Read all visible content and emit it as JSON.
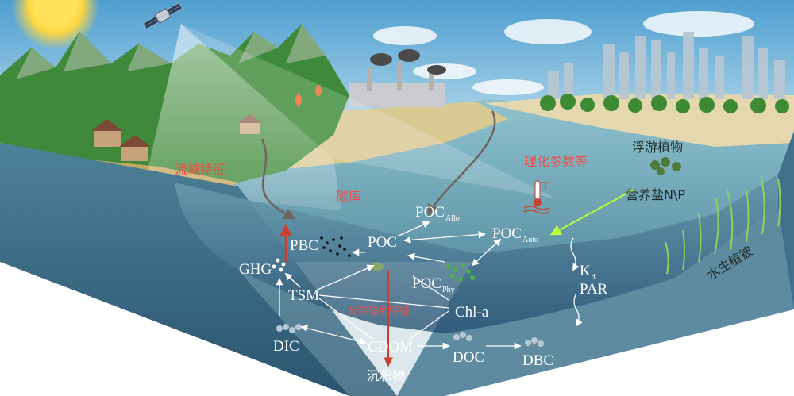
{
  "colors": {
    "sky_top": "#5aa6d4",
    "sky_bottom": "#c2e2f1",
    "water_surface": "#7fb6c7",
    "water_deep": "#3d6a8a",
    "land_side": "#3e6f86",
    "sediment": "#9fbfc8",
    "label_red": "#e8524a",
    "label_white": "#ffffff",
    "label_dark": "#1e2a2a",
    "auto_arrow": "#b8ff3a",
    "loading_arrow": "#7a6f6a",
    "pbc_arrow": "#d24a3a"
  },
  "labels": {
    "watershed": "流域特征",
    "carbon_pool": "碳库",
    "phys_chem": "理化参数等",
    "phytoplankton": "浮游植物",
    "nutrients": "营养盐N\\P",
    "aquatic_veg": "水生植被",
    "optical": "光学辐射特征",
    "sediment": "沉积物",
    "temp_symbol": "T",
    "poc_allo_main": "POC",
    "poc_allo_sub": "Allo",
    "poc_auto_main": "POC",
    "poc_auto_sub": "Auto",
    "poc": "POC",
    "poc_phy_main": "POC",
    "poc_phy_sub": "Phy",
    "pbc": "PBC",
    "ghg": "GHG",
    "tsm": "TSM",
    "chla": "Chl-a",
    "dic": "DIC",
    "cdom": "CDOM",
    "doc": "DOC",
    "dbc": "DBC",
    "kd_main": "K",
    "kd_sub": "d",
    "par": "PAR"
  }
}
